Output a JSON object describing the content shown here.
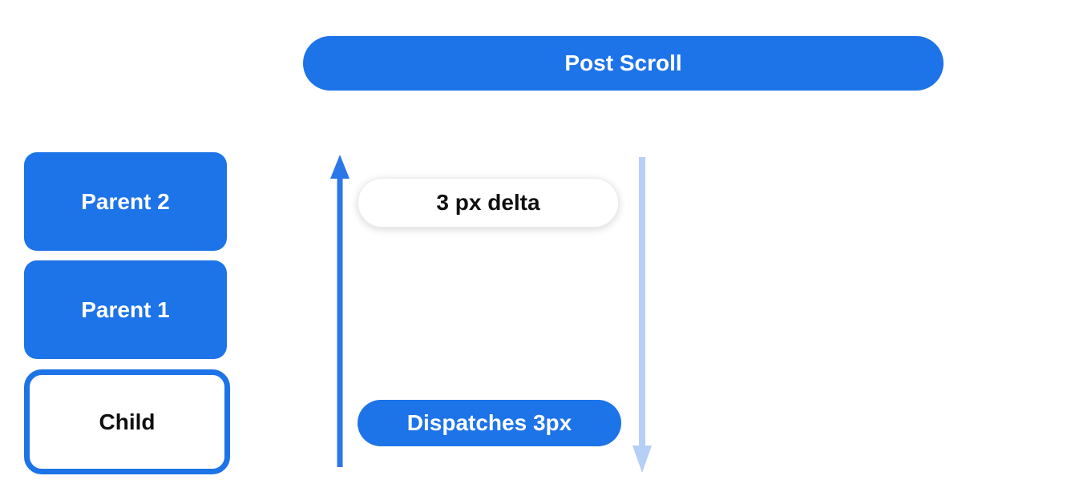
{
  "diagram": {
    "title_pill": {
      "label": "Post Scroll"
    },
    "stack": [
      {
        "label": "Parent 2",
        "style": "filled"
      },
      {
        "label": "Parent 1",
        "style": "filled"
      },
      {
        "label": "Child",
        "style": "outlined"
      }
    ],
    "annotations": {
      "delta_pill_label": "3 px delta",
      "dispatch_pill_label": "Dispatches 3px"
    },
    "arrows": {
      "up": "upward-scroll-arrow",
      "down": "downward-scroll-arrow"
    },
    "colors": {
      "primary_blue": "#1d73e8",
      "arrow_blue": "#2b77e8",
      "light_arrow_blue": "#b6cff5",
      "pill_white": "#ffffff",
      "text_dark": "#0f0f0f"
    }
  }
}
